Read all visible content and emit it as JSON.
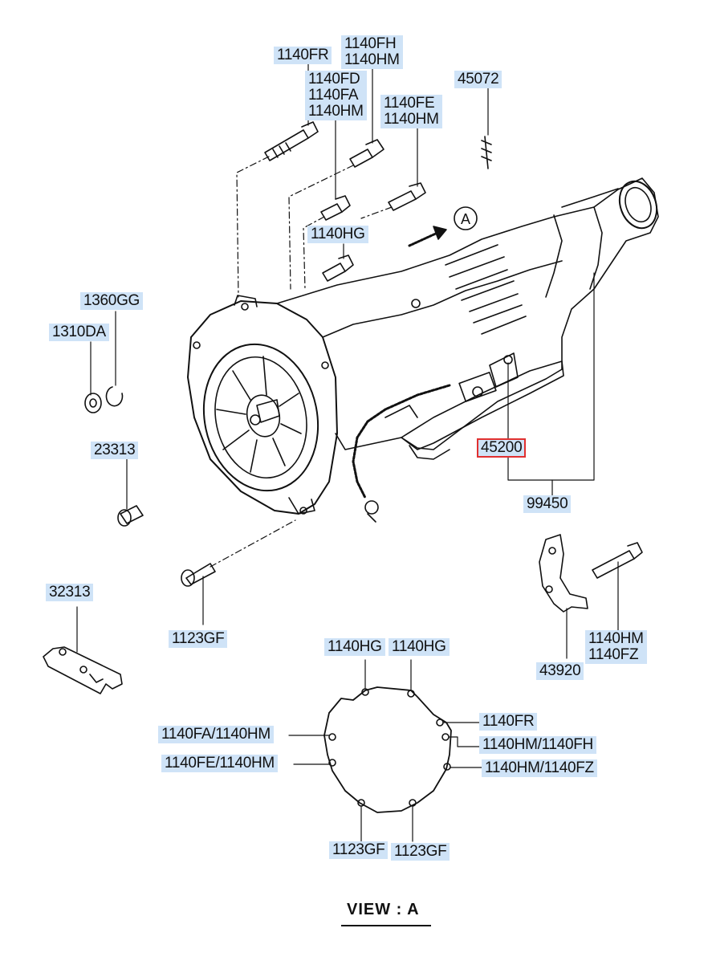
{
  "labels": {
    "l_1140fr_top": [
      "1140FR"
    ],
    "l_1140fh_hm": [
      "1140FH",
      "1140HM"
    ],
    "l_1140fd_fa_hm": [
      "1140FD",
      "1140FA",
      "1140HM"
    ],
    "l_45072": [
      "45072"
    ],
    "l_1140fe_hm": [
      "1140FE",
      "1140HM"
    ],
    "l_1140hg": [
      "1140HG"
    ],
    "l_1360gg": [
      "1360GG"
    ],
    "l_1310da": [
      "1310DA"
    ],
    "l_23313": [
      "23313"
    ],
    "l_45200": [
      "45200"
    ],
    "l_99450": [
      "99450"
    ],
    "l_32313": [
      "32313"
    ],
    "l_1123gf_left": [
      "1123GF"
    ],
    "l_1140hm_fz_right": [
      "1140HM",
      "1140FZ"
    ],
    "l_43920": [
      "43920"
    ],
    "v_1140hg_a": [
      "1140HG"
    ],
    "v_1140hg_b": [
      "1140HG"
    ],
    "v_1140fa_hm": [
      "1140FA/1140HM"
    ],
    "v_1140fe_hm": [
      "1140FE/1140HM"
    ],
    "v_1140fr": [
      "1140FR"
    ],
    "v_1140hm_fh": [
      "1140HM/1140FH"
    ],
    "v_1140hm_fz": [
      "1140HM/1140FZ"
    ],
    "v_1123gf_a": [
      "1123GF"
    ],
    "v_1123gf_b": [
      "1123GF"
    ]
  },
  "view_marker": "A",
  "view_caption": "VIEW : A"
}
